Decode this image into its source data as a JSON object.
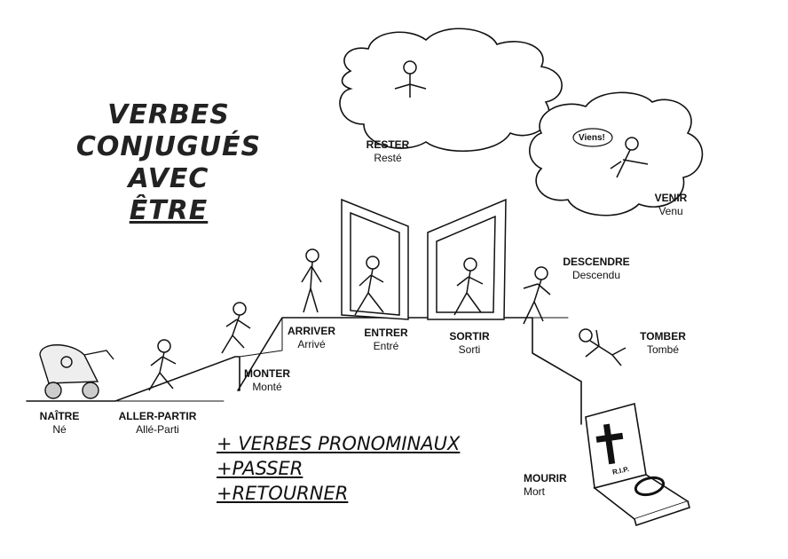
{
  "title": {
    "line1": "VERBES",
    "line2": "CONJUGUÉS AVEC",
    "line3": "ÊTRE"
  },
  "verbs": [
    {
      "key": "naitre",
      "infinitive": "NAÎTRE",
      "participle": "Né"
    },
    {
      "key": "aller",
      "infinitive": "ALLER-PARTIR",
      "participle": "Allé-Parti"
    },
    {
      "key": "monter",
      "infinitive": "MONTER",
      "participle": "Monté"
    },
    {
      "key": "arriver",
      "infinitive": "ARRIVER",
      "participle": "Arrivé"
    },
    {
      "key": "entrer",
      "infinitive": "ENTRER",
      "participle": "Entré"
    },
    {
      "key": "sortir",
      "infinitive": "SORTIR",
      "participle": "Sorti"
    },
    {
      "key": "descendre",
      "infinitive": "DESCENDRE",
      "participle": "Descendu"
    },
    {
      "key": "tomber",
      "infinitive": "TOMBER",
      "participle": "Tombé"
    },
    {
      "key": "mourir",
      "infinitive": "MOURIR",
      "participle": "Mort"
    },
    {
      "key": "rester",
      "infinitive": "RESTER",
      "participle": "Resté"
    },
    {
      "key": "venir",
      "infinitive": "VENIR",
      "participle": "Venu"
    }
  ],
  "extras": [
    "+ VERBES PRONOMINAUX",
    "+PASSER",
    "+RETOURNER"
  ],
  "speech_bubble": "Viens!",
  "tomb_text": "R.I.P.",
  "icons": [
    "stroller-icon",
    "person-icon",
    "door-icon",
    "cloud-icon",
    "tomb-icon",
    "cross-icon",
    "wreath-icon"
  ],
  "colors": {
    "ink": "#111111",
    "paper": "#ffffff"
  }
}
